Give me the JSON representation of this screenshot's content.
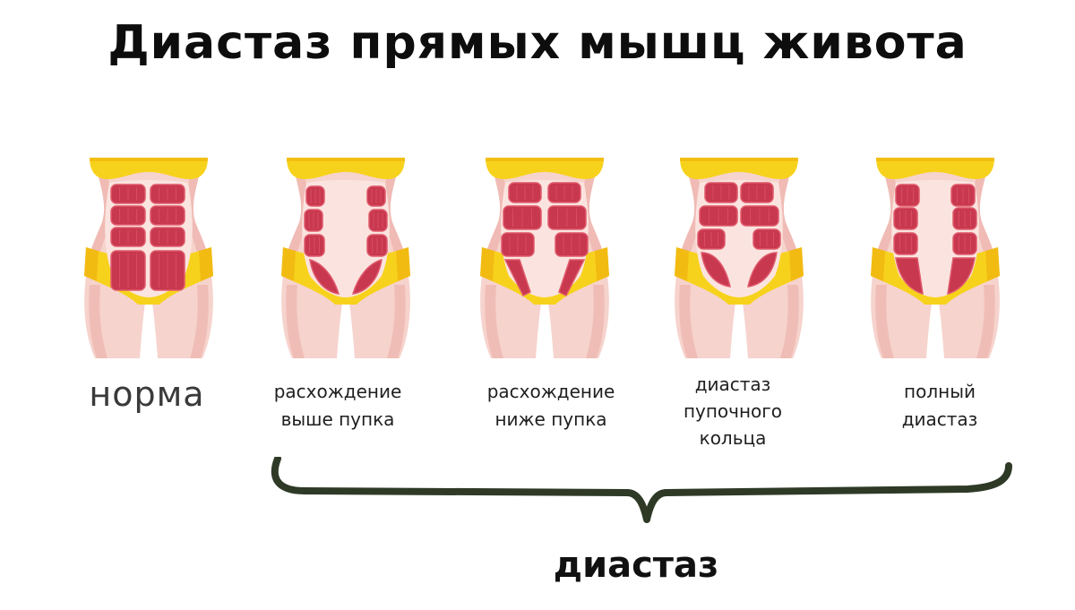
{
  "title": "Диастаз прямых мышц живота",
  "figures": [
    {
      "type": "norma",
      "label": [
        "норма"
      ]
    },
    {
      "type": "above",
      "label": [
        "расхождение",
        "выше пупка"
      ]
    },
    {
      "type": "below",
      "label": [
        "расхождение",
        "ниже пупка"
      ]
    },
    {
      "type": "ring",
      "label": [
        "диастаз",
        "пупочного",
        "кольца"
      ]
    },
    {
      "type": "full",
      "label": [
        "полный",
        "диастаз"
      ]
    }
  ],
  "brace_label": "диастаз",
  "colors": {
    "skin": "#f6d3cd",
    "skin_shadow": "#eeb3ac",
    "underwear": "#f7d21c",
    "underwear_shadow": "#efb10e",
    "muscle": "#c8384f",
    "muscle_light": "#e05a6c",
    "belly": "#fbe4df",
    "brace": "#2e3a26"
  }
}
